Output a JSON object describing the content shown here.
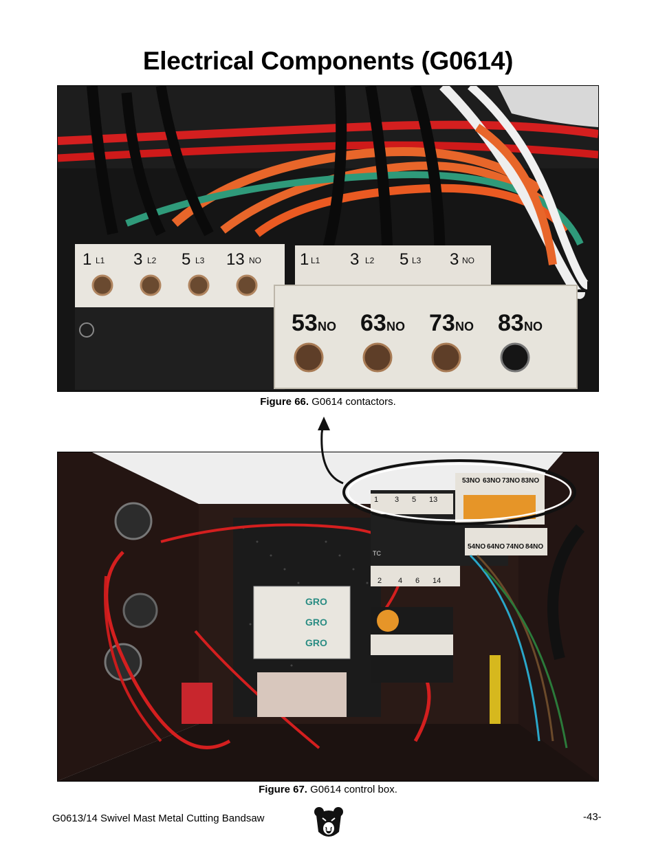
{
  "page": {
    "title": "Electrical Components (G0614)",
    "footer_left": "G0613/14 Swivel Mast Metal Cutting Bandsaw",
    "page_number": "-43-"
  },
  "figure66": {
    "label": "Figure 66.",
    "text": " G0614 contactors.",
    "terminal_labels_left": [
      "1",
      "L1",
      "3",
      "L2",
      "5",
      "L3",
      "13",
      "NO"
    ],
    "terminal_labels_mid": [
      "1",
      "L1",
      "3",
      "L2",
      "5",
      "L3",
      "3",
      "NO"
    ],
    "aux_labels": [
      "53",
      "NO",
      "63",
      "NO",
      "73",
      "NO",
      "83",
      "NO"
    ]
  },
  "figure67": {
    "label": "Figure 67.",
    "text": " G0614 control box.",
    "aux_top": [
      "53NO",
      "63NO",
      "73NO",
      "83NO"
    ],
    "aux_bottom": [
      "54NO",
      "64NO",
      "74NO",
      "84NO"
    ],
    "contactor_top_small": [
      "1",
      "3",
      "5",
      "13"
    ],
    "contactor_bottom_small": [
      "2",
      "4",
      "6",
      "14"
    ],
    "tc_label": "TC",
    "fuse_brand": "GRO"
  },
  "colors": {
    "wire_red": "#d41f1f",
    "wire_orange": "#e8662a",
    "wire_green": "#2f9a7a",
    "annotation": "#111111"
  }
}
